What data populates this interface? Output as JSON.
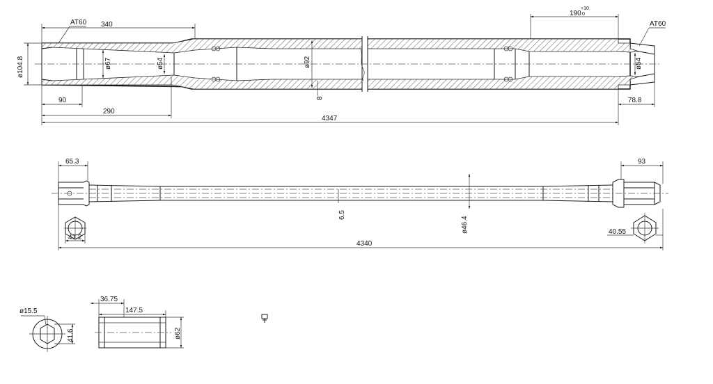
{
  "drawing": {
    "top_view": {
      "taper_left": "AT60",
      "taper_right": "AT60",
      "len_340": "340",
      "len_190": "190",
      "tol_upper": "+10",
      "tol_lower": "0",
      "dia_104_8": "ø104.8",
      "dia_67": "ø67",
      "dia_54_left": "ø54",
      "dia_92": "ø92",
      "dia_54_right": "ø54",
      "wall_8": "8",
      "len_90": "90",
      "len_290": "290",
      "len_78_8": "78.8",
      "total_4347": "4347"
    },
    "middle_view": {
      "len_65_3": "65.3",
      "len_93": "93",
      "dim_6_5": "6.5",
      "dia_46_4": "ø46.4",
      "hex_41_2": "41.2",
      "hex_40_55": "40.55",
      "total_4340": "4340"
    },
    "detail_views": {
      "dia_15_5": "ø15.5",
      "hex_41_6": "41.6",
      "len_36_75": "36.75",
      "len_147_5": "147.5",
      "dia_62": "ø62"
    }
  }
}
